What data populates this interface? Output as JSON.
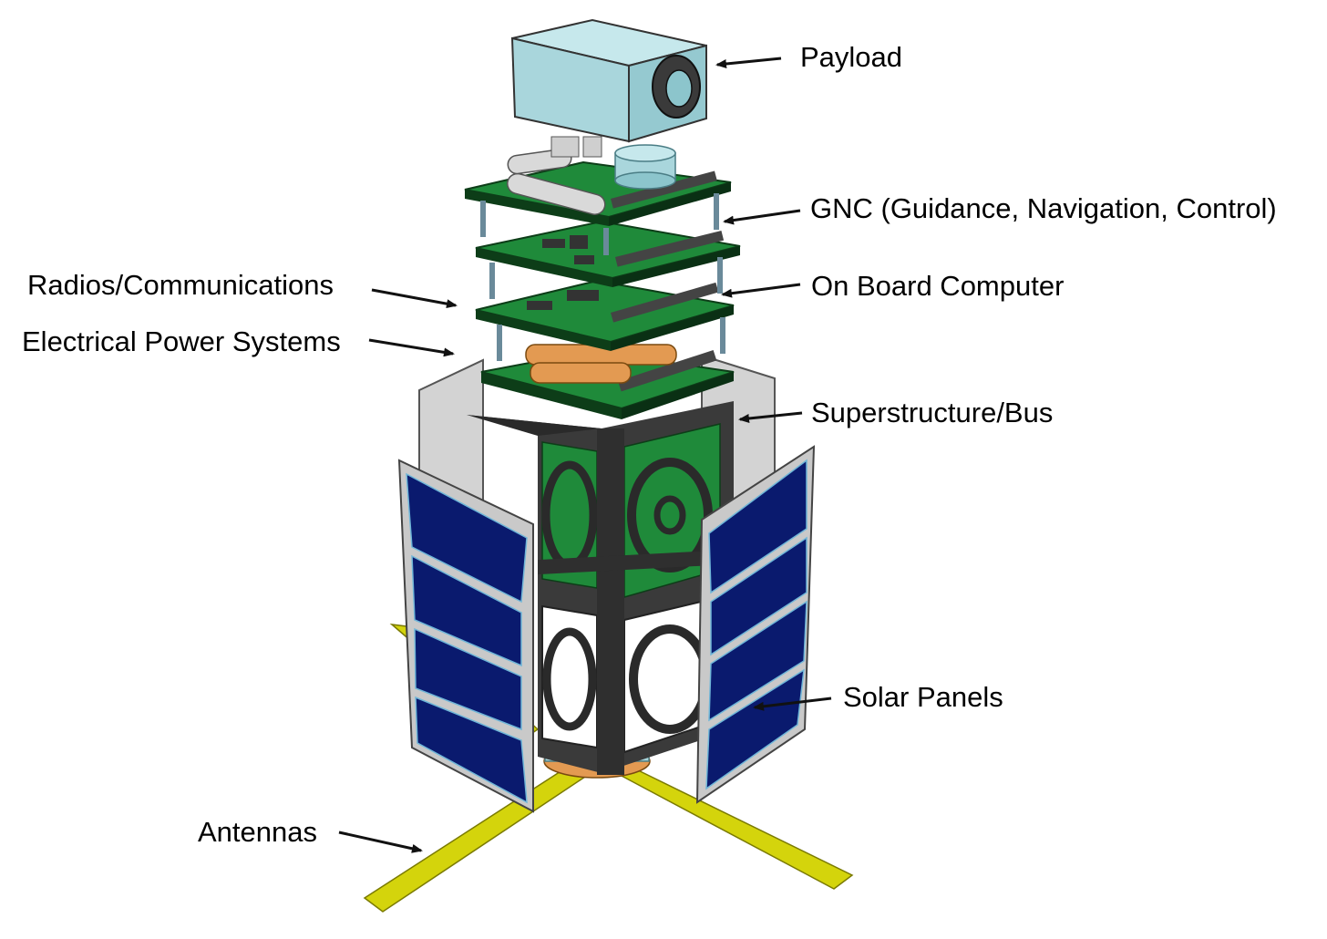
{
  "diagram": {
    "subject": "cubesat-exploded-view",
    "labels": {
      "payload": "Payload",
      "gnc": "GNC (Guidance, Navigation, Control)",
      "radios": "Radios/Communications",
      "obc": "On Board Computer",
      "eps": "Electrical Power Systems",
      "superstructure": "Superstructure/Bus",
      "solar": "Solar Panels",
      "antennas": "Antennas"
    },
    "colors": {
      "pcb": "#1f8a3a",
      "pcb_edge": "#0d3d18",
      "frame": "#3a3a3a",
      "panel_cell": "#0a1a6e",
      "panel_backing": "#c9c9c9",
      "antenna": "#d4d40c",
      "payload_body": "#a9d6dc",
      "battery": "#e39a52",
      "arrow": "#111111"
    }
  }
}
